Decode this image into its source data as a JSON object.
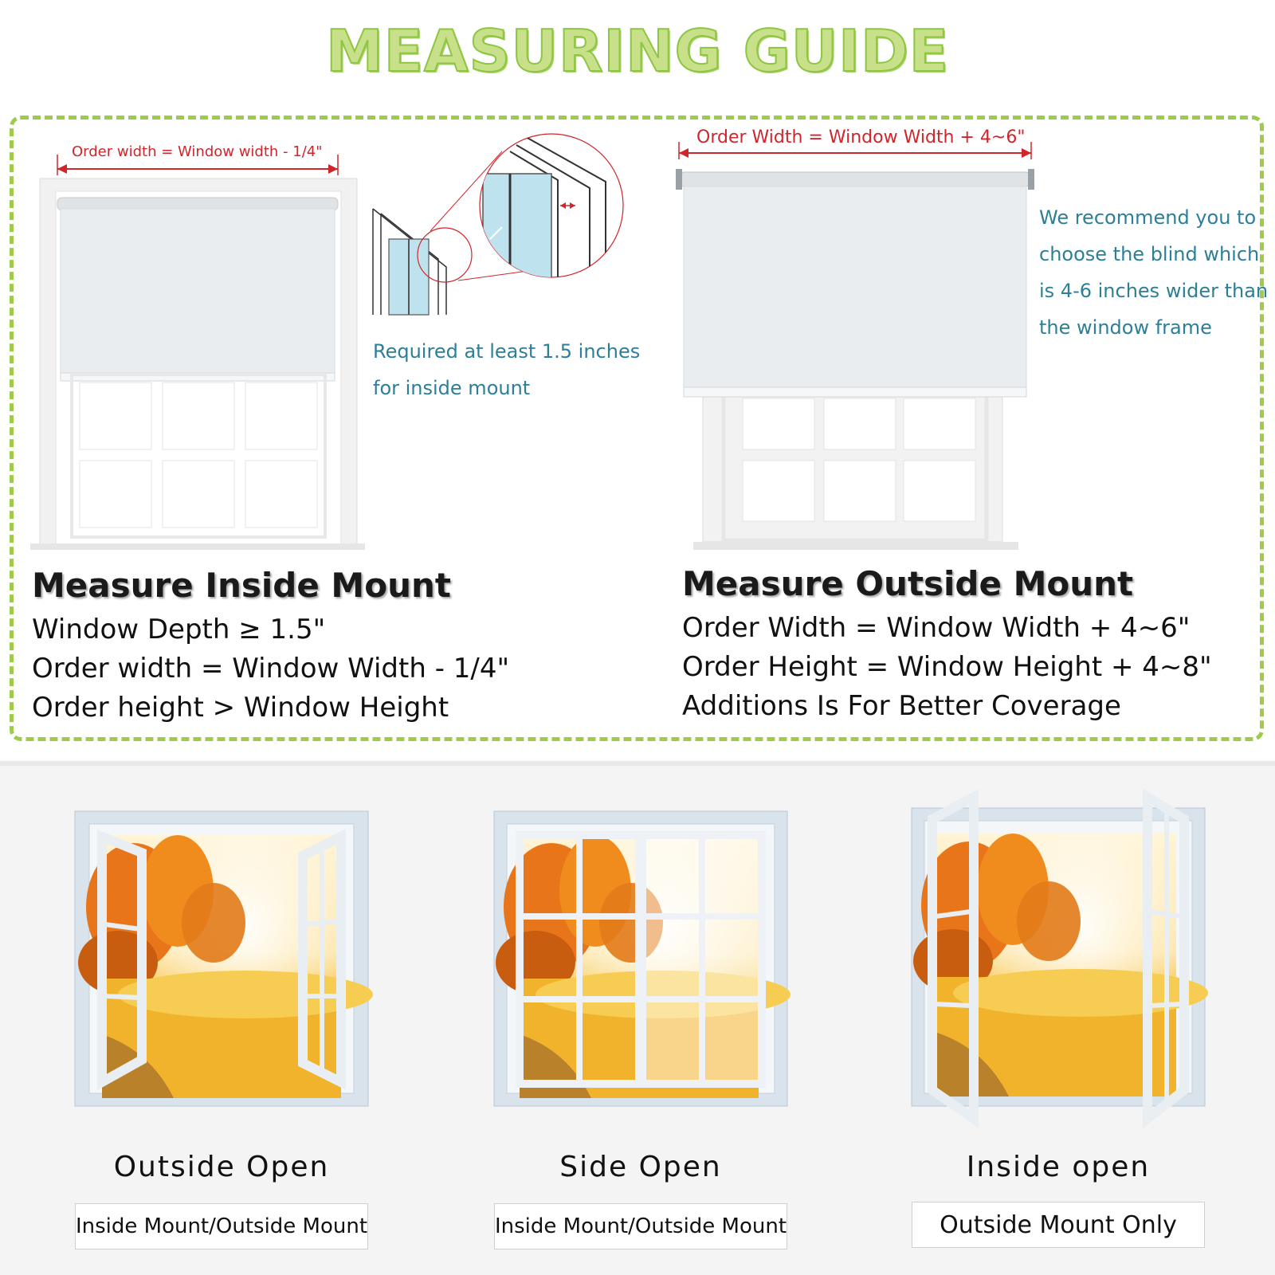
{
  "title": "MEASURING GUIDE",
  "inside_mount": {
    "dimension_label": "Order width = Window width - 1/4\"",
    "depth_note_line1": "Required at least 1.5 inches",
    "depth_note_line2": "for inside mount",
    "heading": "Measure Inside Mount",
    "specs": [
      "Window Depth ≥ 1.5\"",
      "Order width = Window Width - 1/4\"",
      "Order height > Window Height"
    ]
  },
  "outside_mount": {
    "dimension_label": "Order Width = Window Width + 4~6\"",
    "recommend_lines": [
      "We recommend you to",
      "choose the blind which",
      "is 4-6 inches wider than",
      "the window frame"
    ],
    "heading": "Measure Outside Mount",
    "specs": [
      "Order Width = Window Width + 4~6\"",
      "Order Height = Window Height + 4~8\"",
      "Additions Is For Better Coverage"
    ]
  },
  "window_types": [
    {
      "name": "Outside Open",
      "mount": "Inside Mount/Outside Mount"
    },
    {
      "name": "Side Open",
      "mount": "Inside Mount/Outside Mount"
    },
    {
      "name": "Inside open",
      "mount": "Outside Mount Only"
    }
  ],
  "colors": {
    "title_green": "#8dc63f",
    "dashed_border": "#9ccc4a",
    "dimension_red": "#d0262b",
    "note_teal": "#2c7f97",
    "shade_gray": "#e9edf0"
  }
}
